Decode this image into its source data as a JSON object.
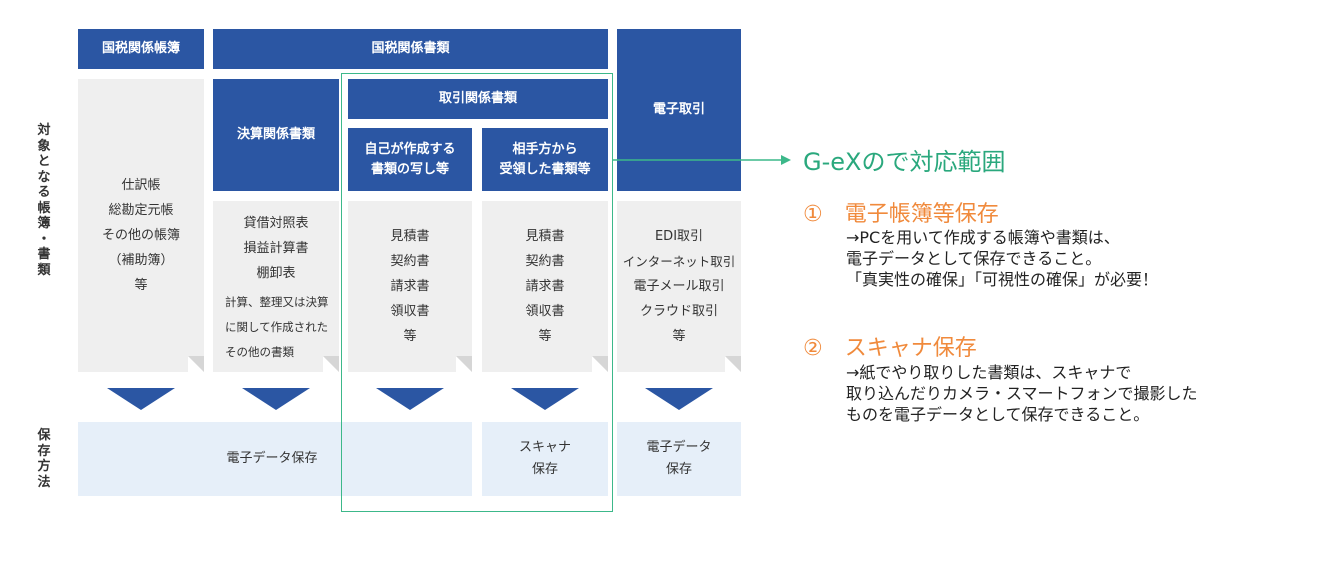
{
  "left_labels": {
    "target_chars": [
      "対",
      "象",
      "と",
      "な",
      "る",
      "帳",
      "簿",
      "・",
      "書",
      "類"
    ],
    "method_chars": [
      "保",
      "存",
      "方",
      "法"
    ]
  },
  "headers": {
    "tax_books": "国税関係帳簿",
    "tax_documents": "国税関係書類",
    "settlement_docs": "決算関係書類",
    "transaction_docs": "取引関係書類",
    "self_made_line1": "自己が作成する",
    "self_made_line2": "書類の写し等",
    "received_line1": "相手方から",
    "received_line2": "受領した書類等",
    "electronic_transaction": "電子取引"
  },
  "columns": {
    "books": [
      "仕訳帳",
      "総勘定元帳",
      "その他の帳簿",
      "（補助簿）",
      "等"
    ],
    "settlement": [
      "貸借対照表",
      "損益計算書",
      "棚卸表"
    ],
    "settlement_note": [
      "計算、整理又は決算",
      "に関して作成された",
      "その他の書類"
    ],
    "self_made": [
      "見積書",
      "契約書",
      "請求書",
      "領収書",
      "等"
    ],
    "received": [
      "見積書",
      "契約書",
      "請求書",
      "領収書",
      "等"
    ],
    "electronic": [
      "EDI取引",
      "インターネット取引",
      "電子メール取引",
      "クラウド取引",
      "等"
    ]
  },
  "storage": {
    "electronic_data": "電子データ保存",
    "scanner_line1": "スキャナ",
    "scanner_line2": "保存",
    "edata_line1": "電子データ",
    "edata_line2": "保存"
  },
  "right": {
    "title": "G-eXので対応範囲",
    "item1_heading": "①　電子帳簿等保存",
    "item1_lines": [
      "→PCを用いて作成する帳簿や書類は、",
      "電子データとして保存できること。",
      "「真実性の確保」「可視性の確保」が必要！"
    ],
    "item2_heading": "②　スキャナ保存",
    "item2_lines": [
      "→紙でやり取りした書類は、スキャナで",
      "取り込んだりカメラ・スマートフォンで撮影した",
      "ものを電子データとして保存できること。"
    ]
  },
  "colors": {
    "header_blue": "#2b56a3",
    "panel_gray": "#efefef",
    "storage_blue": "#e6eff9",
    "highlight_green": "#3cb88a",
    "title_green": "#2aa87d",
    "heading_orange": "#f08a3c"
  }
}
